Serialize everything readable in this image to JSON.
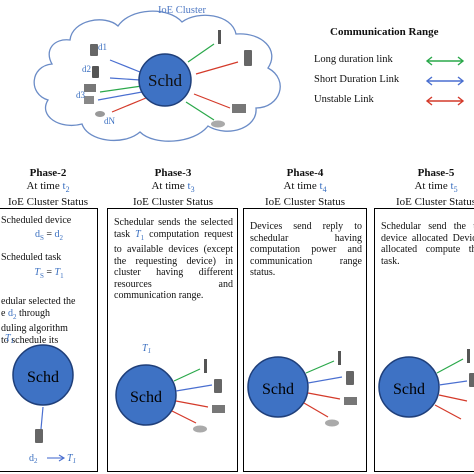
{
  "cluster": {
    "label": "IoE Cluster",
    "node": "Schd",
    "device_labels": [
      "d1",
      "d2",
      "d3",
      "dN"
    ]
  },
  "legend": {
    "title": "Communication Range",
    "items": [
      {
        "label": "Long duration link",
        "color": "#2aa84a"
      },
      {
        "label": "Short Duration Link",
        "color": "#4a6fd0"
      },
      {
        "label": "Unstable Link",
        "color": "#d43a2a"
      }
    ]
  },
  "colors": {
    "node_fill": "#3e72c4",
    "node_stroke": "#1f3f7a",
    "cloud_stroke": "#6b8cc7",
    "link_long": "#2aa84a",
    "link_short": "#4a6fd0",
    "link_unstable": "#d43a2a"
  },
  "phases": [
    {
      "title": "Phase-2",
      "time_prefix": "At time ",
      "time_var": "t",
      "time_sub": "2",
      "status": "IoE Cluster Status",
      "line1": "Scheduled device",
      "eq1_lhs": "d",
      "eq1_lhs_sub": "S",
      "eq1_rhs": "d",
      "eq1_rhs_sub": "2",
      "line2": "Scheduled task",
      "eq2_lhs": "T",
      "eq2_lhs_sub": "S",
      "eq2_rhs": "T",
      "eq2_rhs_sub": "1",
      "body_a": "edular selected the",
      "body_b1": "e ",
      "body_b_var": "d",
      "body_b_sub": "2",
      "body_b2": " through",
      "body_c": "duling algorithm",
      "body_d": "to schedule its",
      "task_var": "T",
      "task_sub": "1",
      "node": "Schd",
      "bottom_var": "d",
      "bottom_sub": "2",
      "bottom_task": "T",
      "bottom_task_sub": "1"
    },
    {
      "title": "Phase-3",
      "time_prefix": "At time ",
      "time_var": "t",
      "time_sub": "3",
      "status": "IoE Cluster Status",
      "text_before": "Schedular sends the selected task ",
      "task_var": "T",
      "task_sub": "1",
      "text_after": " computation request to available devices (except the requesting device) in cluster having different resources and communication range.",
      "node_task_var": "T",
      "node_task_sub": "1",
      "node": "Schd"
    },
    {
      "title": "Phase-4",
      "time_prefix": "At time ",
      "time_var": "t",
      "time_sub": "4",
      "status": "IoE Cluster Status",
      "text": "Devices send reply to schedular having computation power and communication range status.",
      "node": "Schd"
    },
    {
      "title": "Phase-5",
      "time_prefix": "At time ",
      "time_var": "t",
      "time_sub": "5",
      "status": "IoE Cluster Status",
      "text": "Schedular send the to device allocated Device allocated compute the task.",
      "node": "Schd"
    }
  ]
}
